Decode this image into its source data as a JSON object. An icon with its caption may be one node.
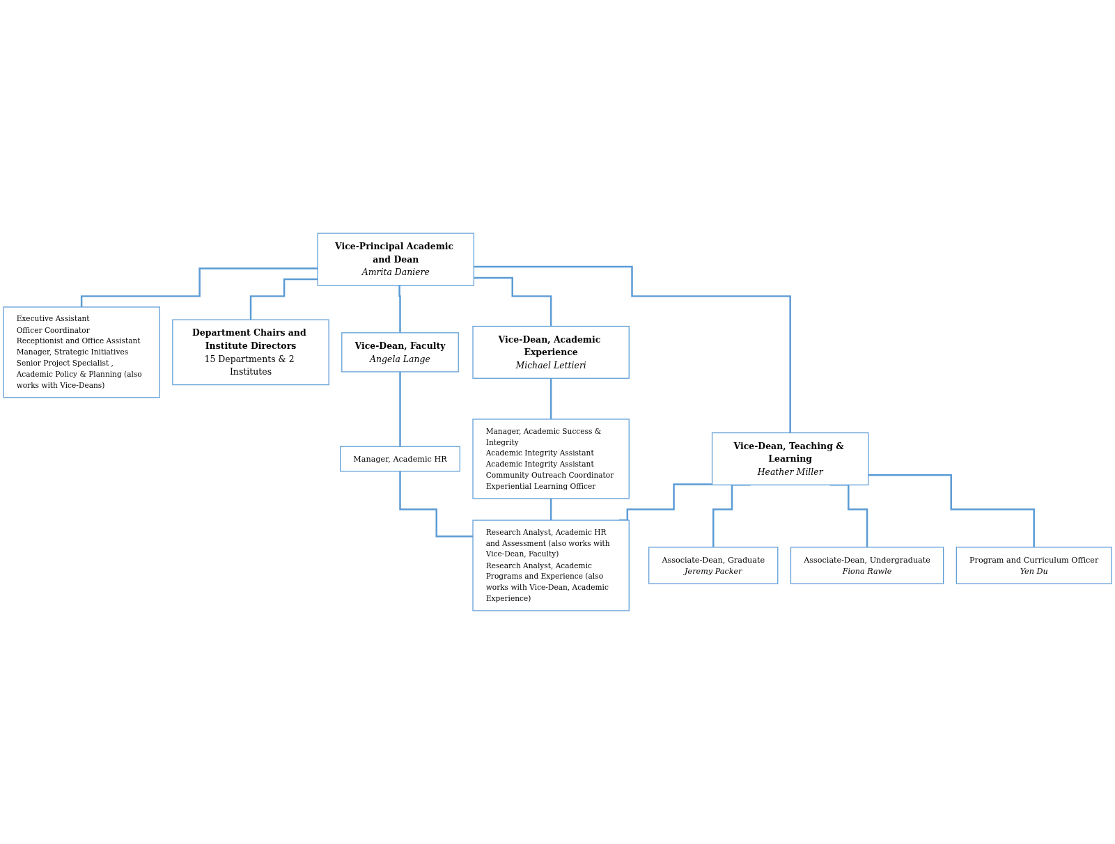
{
  "diagram": {
    "nodes": [
      {
        "text": [
          "Vice-Principal Academic and Dean",
          "Amrita Daniere"
        ]
      },
      {
        "text": [
          "Executive Assistant",
          "Officer Coordinator",
          "Receptionist and Office Assistant",
          "Manager, Strategic Initiatives",
          "Senior Project Specialist , Academic Policy & Planning (also works with Vice-Deans)"
        ]
      },
      {
        "text": [
          "Department Chairs and Institute Directors",
          "15 Departments & 2 Institutes"
        ]
      },
      {
        "text": [
          "Vice-Dean, Academic Experience",
          "Michael Lettieri"
        ]
      },
      {
        "text": [
          "Vice-Dean, Faculty",
          "Angela Lange"
        ]
      },
      {
        "text": [
          "Vice-Dean, Teaching & Learning",
          "Heather Miller"
        ]
      },
      {
        "text": [
          "Manager, Academic Success & Integrity",
          "Academic Integrity Assistant",
          "Academic Integrity Assistant",
          "Community Outreach Coordinator",
          "Experiential Learning Officer"
        ]
      },
      {
        "text": [
          "Manager, Academic HR"
        ]
      },
      {
        "text": [
          "Associate-Dean, Graduate",
          "Jeremy Packer"
        ]
      },
      {
        "text": [
          "Associate-Dean, Undergraduate",
          "Fiona Rawle"
        ]
      },
      {
        "text": [
          "Program and Curriculum Officer",
          "Yen Du"
        ]
      },
      {
        "text": [
          "Research Analyst, Academic HR and Assessment (also works with Vice-Dean, Faculty)",
          "Research Analyst, Academic Programs and Experience (also works with Vice-Dean, Academic Experience)"
        ]
      }
    ],
    "edges": [
      {
        "from": 0,
        "to": 1,
        "arrow": "none"
      },
      {
        "from": 0,
        "to": 2,
        "arrow": "none"
      },
      {
        "from": 0,
        "to": 3,
        "arrow": "none"
      },
      {
        "from": 0,
        "to": 4,
        "arrow": "none"
      },
      {
        "from": 0,
        "to": 5,
        "arrow": "none"
      },
      {
        "from": 3,
        "to": 6,
        "arrow": "none"
      },
      {
        "from": 4,
        "to": 7,
        "arrow": "none"
      },
      {
        "from": 7,
        "to": 11,
        "arrow": "none"
      },
      {
        "from": 6,
        "to": 11,
        "arrow": "none"
      },
      {
        "from": 5,
        "to": 8,
        "arrow": "none"
      },
      {
        "from": 5,
        "to": 9,
        "arrow": "none"
      },
      {
        "from": 5,
        "to": 10,
        "arrow": "none"
      },
      {
        "from": 5,
        "to": 11,
        "arrow": "none"
      }
    ]
  }
}
